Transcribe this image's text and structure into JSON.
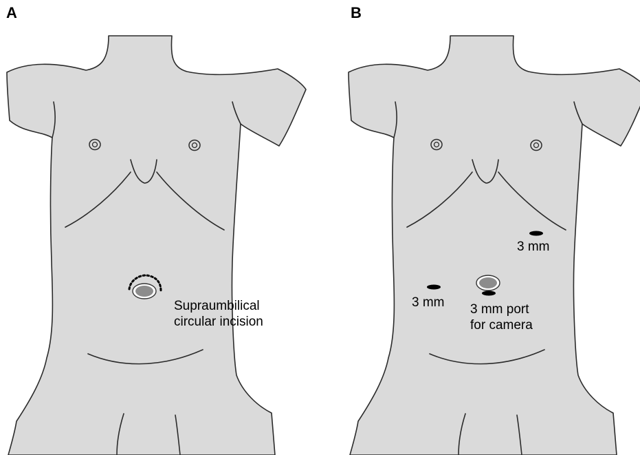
{
  "panels": [
    {
      "label": "A",
      "annotations": {
        "incision_line1": "Supraumbilical",
        "incision_line2": "circular incision"
      }
    },
    {
      "label": "B",
      "annotations": {
        "port_right_upper": "3 mm",
        "port_left": "3 mm",
        "camera_line1": "3 mm port",
        "camera_line2": "for camera"
      }
    }
  ],
  "colors": {
    "body_fill": "#dadada",
    "outline": "#2b2b2b",
    "umbilicus": "#8c8c8c",
    "port_mark": "#000000"
  }
}
